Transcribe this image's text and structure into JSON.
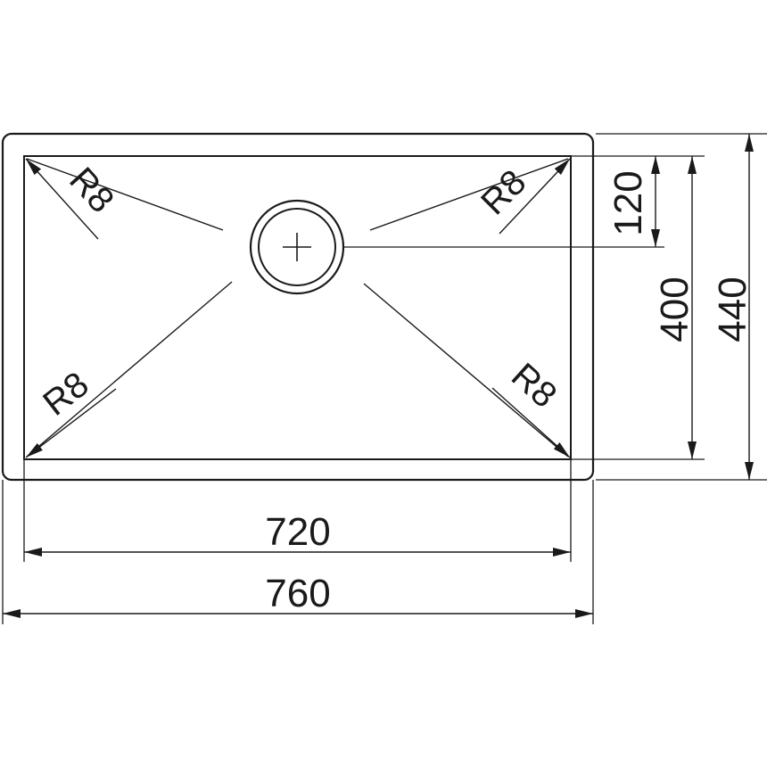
{
  "labels": {
    "inner_width": "720",
    "outer_width": "760",
    "drain_offset": "120",
    "inner_depth": "400",
    "outer_depth": "440",
    "radius_top_left": "R8",
    "radius_top_right": "R8",
    "radius_bottom_left": "R8",
    "radius_bottom_right": "R8"
  },
  "colors": {
    "line": "#1a1a1a",
    "background": "#ffffff"
  }
}
